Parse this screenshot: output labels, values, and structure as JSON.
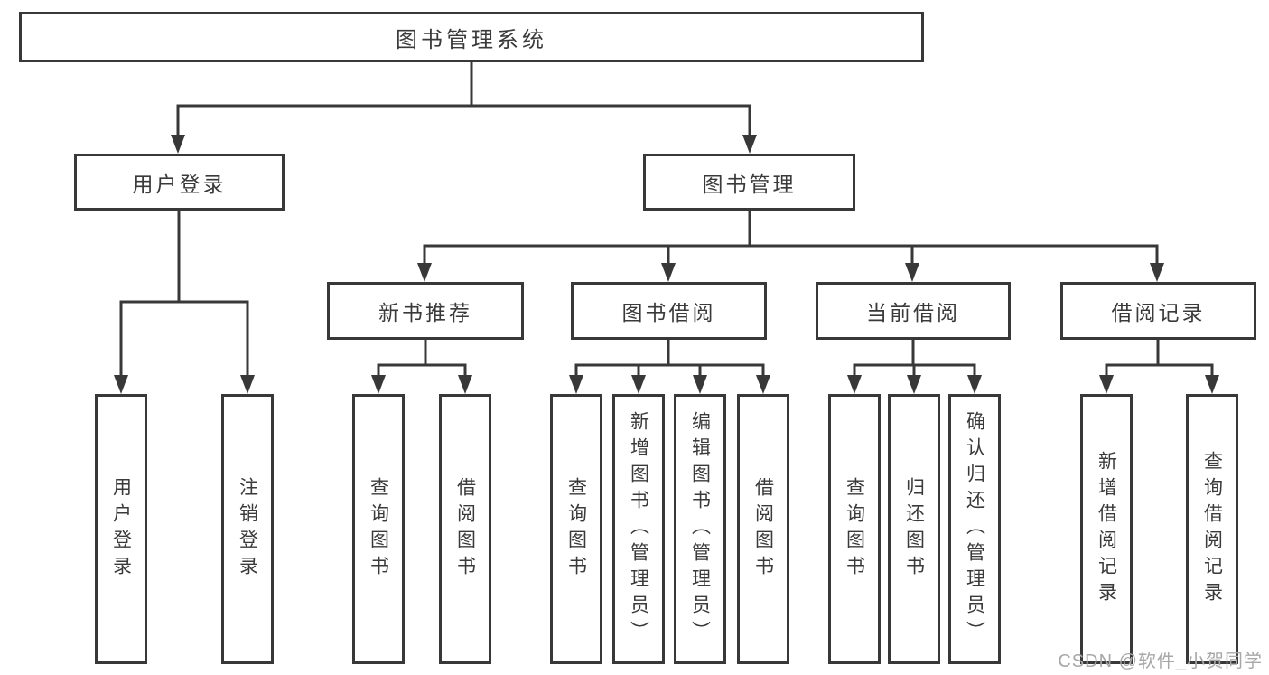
{
  "colors": {
    "line": "#383838",
    "text": "#3a3a3a",
    "watermark": "#a8a8a8",
    "background": "#ffffff"
  },
  "watermark": {
    "text": "CSDN @软件_小贺同学"
  },
  "tree": {
    "root": {
      "label": "图书管理系统"
    },
    "branches": [
      {
        "label": "用户登录",
        "leaves": [
          "用户登录",
          "注销登录"
        ]
      },
      {
        "label": "图书管理",
        "groups": [
          {
            "label": "新书推荐",
            "leaves": [
              "查询图书",
              "借阅图书"
            ]
          },
          {
            "label": "图书借阅",
            "leaves": [
              "查询图书",
              "新增图书（管理员）",
              "编辑图书（管理员）",
              "借阅图书"
            ]
          },
          {
            "label": "当前借阅",
            "leaves": [
              "查询图书",
              "归还图书",
              "确认归还（管理员）"
            ]
          },
          {
            "label": "借阅记录",
            "leaves": [
              "新增借阅记录",
              "查询借阅记录"
            ]
          }
        ]
      }
    ]
  }
}
